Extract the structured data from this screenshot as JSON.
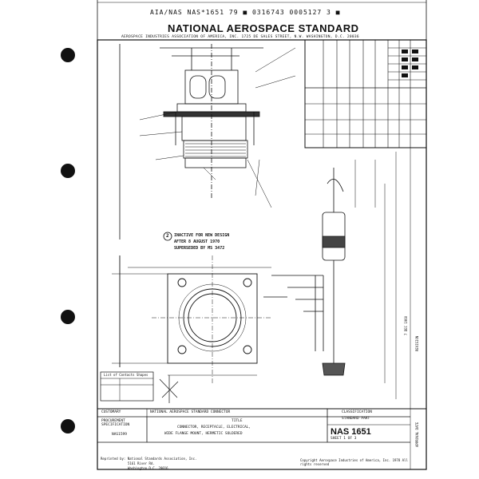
{
  "header": {
    "catalog_line": "AIA/NAS NAS*1651 79 ■ 0316743 0005127 3 ■"
  },
  "title_block": {
    "title": "NATIONAL AEROSPACE STANDARD",
    "subtitle": "AEROSPACE INDUSTRIES ASSOCIATION OF AMERICA, INC.  1725 DE SALES STREET, N.W. WASHINGTON, D.C. 20036"
  },
  "notes": {
    "inactive_number": "2",
    "inactive_text": [
      "INACTIVE FOR NEW DESIGN",
      "AFTER 8 AUGUST 1970",
      "SUPERSEDED BY MS 3472"
    ]
  },
  "bottom": {
    "customary_unit": "CUSTOMARY",
    "title_line_1": "NATIONAL AEROSPACE STANDARD CONNECTOR",
    "procurement_label": "PROCUREMENT SPECIFICATION",
    "procurement_value": "NAS1599",
    "title_label": "TITLE",
    "title_text": [
      "CONNECTOR, RECEPTACLE, ELECTRICAL,",
      "WIDE FLANGE MOUNT, HERMETIC SOLDERED"
    ],
    "classification_label": "CLASSIFICATION",
    "classification_value": "STANDARD PART",
    "part_number": "NAS 1651",
    "sheet": "SHEET 1 OF 3",
    "footer_left": [
      "Reprinted by: National Standards Association, Inc.",
      "5161 River Rd.",
      "Washington D.C. 20016"
    ],
    "copyright": "Copyright Aerospace Industries of America, Inc. 1978  All rights reserved"
  },
  "side_labels": {
    "approval": "APPROVAL DATE",
    "revision": "REVISION",
    "date_col": "7 DEC 1960"
  },
  "table_small_title": "List of Contacts Shapes"
}
